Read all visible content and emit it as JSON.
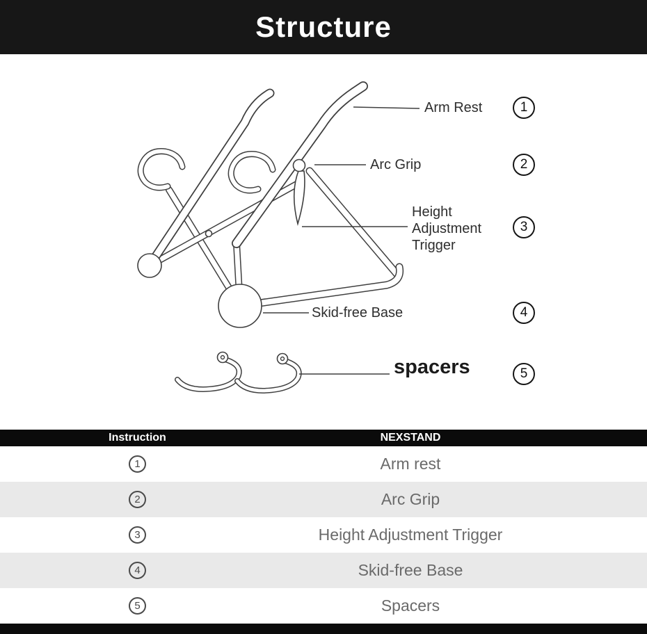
{
  "header": {
    "title": "Structure"
  },
  "diagram": {
    "labels": [
      {
        "number": "1",
        "text": "Arm Rest"
      },
      {
        "number": "2",
        "text": "Arc Grip"
      },
      {
        "number": "3",
        "text": "Height Adjustment Trigger"
      },
      {
        "number": "4",
        "text": "Skid-free Base"
      },
      {
        "number": "5",
        "text": "spacers"
      }
    ]
  },
  "table": {
    "columns": [
      "Instruction",
      "NEXSTAND"
    ],
    "rows": [
      {
        "number": "1",
        "part": "Arm rest"
      },
      {
        "number": "2",
        "part": "Arc Grip"
      },
      {
        "number": "3",
        "part": "Height Adjustment Trigger"
      },
      {
        "number": "4",
        "part": "Skid-free Base"
      },
      {
        "number": "5",
        "part": "Spacers"
      }
    ]
  },
  "colors": {
    "bar": "#171717",
    "row_alt": "#e9e9e9",
    "muted_text": "#6a6a6a",
    "line": "#3f3f3f"
  }
}
